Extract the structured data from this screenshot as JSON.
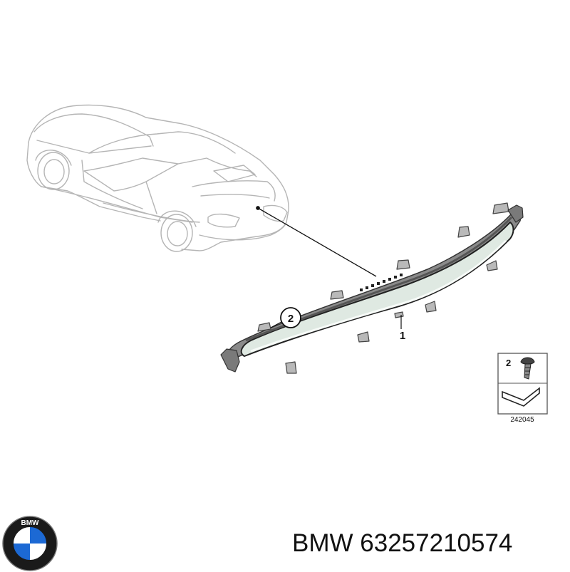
{
  "diagram": {
    "callouts": [
      {
        "id": "1",
        "label": "1"
      },
      {
        "id": "2",
        "label": "2"
      }
    ],
    "legend": {
      "item_number": "2",
      "code": "242045"
    }
  },
  "caption": {
    "brand": "BMW",
    "part_number": "63257210574"
  },
  "logo": {
    "text": "BMW",
    "colors": {
      "blue": "#1c69d4",
      "ring": "#1a1a1a",
      "white": "#ffffff"
    }
  }
}
